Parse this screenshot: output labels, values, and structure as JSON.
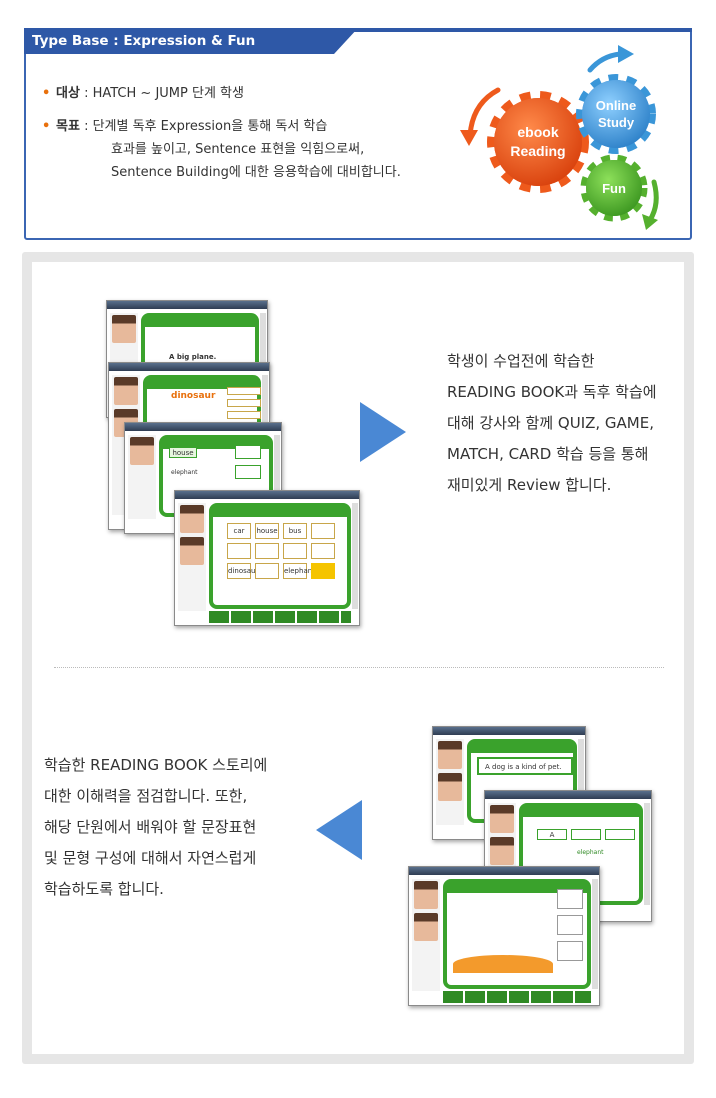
{
  "header": {
    "tab_title": "Type Base : Expression & Fun",
    "target": {
      "key": "대상",
      "sep": ":",
      "value": "HATCH ~ JUMP 단계 학생"
    },
    "goal": {
      "key": "목표",
      "sep": ":",
      "line1": "단계별 독후 Expression을 통해 독서 학습",
      "line2": "효과를 높이고, Sentence 표현을 익힘으로써,",
      "line3": "Sentence Building에 대한 응용학습에 대비합니다."
    },
    "gears": {
      "ebook_line1": "ebook",
      "ebook_line2": "Reading",
      "online_line1": "Online",
      "online_line2": "Study",
      "fun": "Fun"
    }
  },
  "section1": {
    "lines": [
      "학생이 수업전에 학습한",
      "READING BOOK과 독후 학습에",
      "대해 강사와 함께 QUIZ, GAME,",
      "MATCH, CARD 학습 등을 통해",
      "재미있게 Review 합니다."
    ],
    "screens": {
      "caption_plane": "A big plane.",
      "word_dinosaur": "dinosaur",
      "word_house": "house",
      "word_elephant": "elephant",
      "cards": [
        "car",
        "house",
        "bus",
        "",
        "",
        "",
        "",
        "",
        "dinosaur",
        "",
        "elephant",
        ""
      ]
    }
  },
  "section2": {
    "lines": [
      "학습한 READING BOOK 스토리에",
      "대한 이해력을 점검합니다. 또한,",
      "해당 단원에서 배워야 할 문장표현",
      "및 문형 구성에 대해서 자연스럽게",
      "학습하도록 합니다."
    ],
    "screens": {
      "sentence": "A dog is a kind of pet.",
      "blank_letter": "A",
      "word_elephant": "elephant"
    }
  },
  "colors": {
    "accent_blue": "#2e58a7",
    "gear_orange": "#ee5a1c",
    "gear_blue": "#3a96d8",
    "gear_green": "#55b02e",
    "arrow_blue": "#4a88d4",
    "bullet_orange": "#e8700c",
    "board_green": "#3aa22c"
  },
  "icons": [
    "gear-icon",
    "curved-arrow-icon",
    "play-arrow-right-icon",
    "play-arrow-left-icon"
  ]
}
